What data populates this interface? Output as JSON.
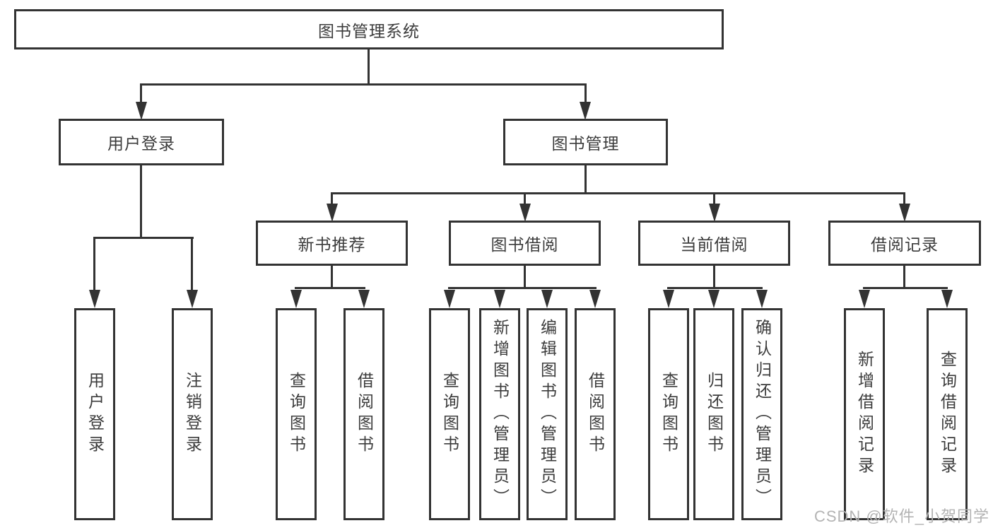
{
  "diagram": {
    "root": {
      "label": "图书管理系统"
    },
    "user_login": {
      "label": "用户登录",
      "children": [
        {
          "label": "用户登录"
        },
        {
          "label": "注销登录"
        }
      ]
    },
    "book_management": {
      "label": "图书管理"
    },
    "new_book_rec": {
      "label": "新书推荐",
      "children": [
        {
          "label": "查询图书"
        },
        {
          "label": "借阅图书"
        }
      ]
    },
    "book_borrowing": {
      "label": "图书借阅",
      "children": [
        {
          "label": "查询图书"
        },
        {
          "label": "新增图书（管理员）"
        },
        {
          "label": "编辑图书（管理员）"
        },
        {
          "label": "借阅图书"
        }
      ]
    },
    "current_borrowing": {
      "label": "当前借阅",
      "children": [
        {
          "label": "查询图书"
        },
        {
          "label": "归还图书"
        },
        {
          "label": "确认归还（管理员）"
        }
      ]
    },
    "borrowing_records": {
      "label": "借阅记录",
      "children": [
        {
          "label": "新增借阅记录"
        },
        {
          "label": "查询借阅记录"
        }
      ]
    }
  },
  "watermark": {
    "text": "CSDN @软件_小贺同学"
  },
  "colors": {
    "line": "#333333",
    "text": "#3c3c3c",
    "watermark": "#b3b3b3",
    "background": "#ffffff"
  }
}
